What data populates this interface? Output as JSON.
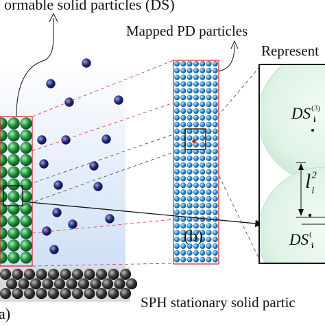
{
  "labels": {
    "ds_title": "ormable  solid particles (DS)",
    "pd_title": "Mapped PD particles",
    "rep_title": "Represent",
    "panel_b": "(b)",
    "sph_title": "SPH stationary solid partic",
    "panel_a_fragment": "a)"
  },
  "math": {
    "ds_symbol": "DS",
    "index_i": "i",
    "sup_top": "(3)",
    "sup_bottom": "(",
    "l_symbol": "l",
    "l_sup": "2"
  },
  "colors": {
    "ds_particle": "#1f8f3a",
    "pd_particle": "#2a8fd6",
    "fluid_particle": "#232a7a",
    "sph_particle": "#222222",
    "fluid_bg": "#dce9f8",
    "highlight_red": "#d62020",
    "rep_sphere": "#dff3e6"
  }
}
